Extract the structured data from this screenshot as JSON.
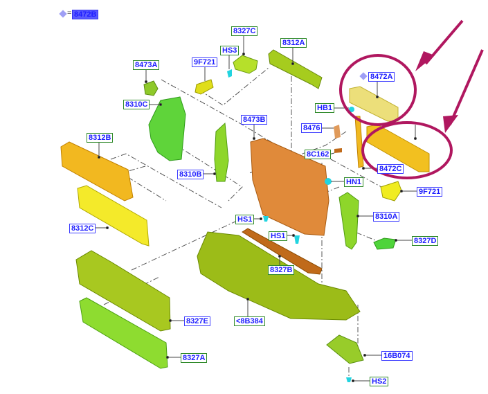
{
  "legend": {
    "symbol": "diamond-icon",
    "equals": "=",
    "label": "8472B"
  },
  "callouts": [
    {
      "text": "8327C",
      "style": "green"
    },
    {
      "text": "HS3",
      "style": "green"
    },
    {
      "text": "8312A",
      "style": "green"
    },
    {
      "text": "8473A",
      "style": "green"
    },
    {
      "text": "9F721",
      "style": "blue"
    },
    {
      "text": "8310C",
      "style": "green"
    },
    {
      "text": "HB1",
      "style": "green"
    },
    {
      "text": "8472A",
      "style": "blue"
    },
    {
      "text": "8473B",
      "style": "blue"
    },
    {
      "text": "8476",
      "style": "blue"
    },
    {
      "text": "8312B",
      "style": "green"
    },
    {
      "text": "8C162",
      "style": "green"
    },
    {
      "text": "8472C",
      "style": "blue"
    },
    {
      "text": "8310B",
      "style": "blue"
    },
    {
      "text": "HN1",
      "style": "green"
    },
    {
      "text": "9F721",
      "style": "blue"
    },
    {
      "text": "8310A",
      "style": "blue"
    },
    {
      "text": "HS1",
      "style": "green"
    },
    {
      "text": "HS1",
      "style": "green"
    },
    {
      "text": "8312C",
      "style": "blue"
    },
    {
      "text": "8327D",
      "style": "green"
    },
    {
      "text": "8327B",
      "style": "green"
    },
    {
      "text": "8327E",
      "style": "blue"
    },
    {
      "text": "<8B384",
      "style": "green"
    },
    {
      "text": "8327A",
      "style": "green"
    },
    {
      "text": "16B074",
      "style": "blue"
    },
    {
      "text": "HS2",
      "style": "green"
    }
  ],
  "colors": {
    "highlight": "#b0175f",
    "label_text": "#1d1dff",
    "green_border": "#2f8a2a",
    "blue_border": "#3c3cff"
  }
}
